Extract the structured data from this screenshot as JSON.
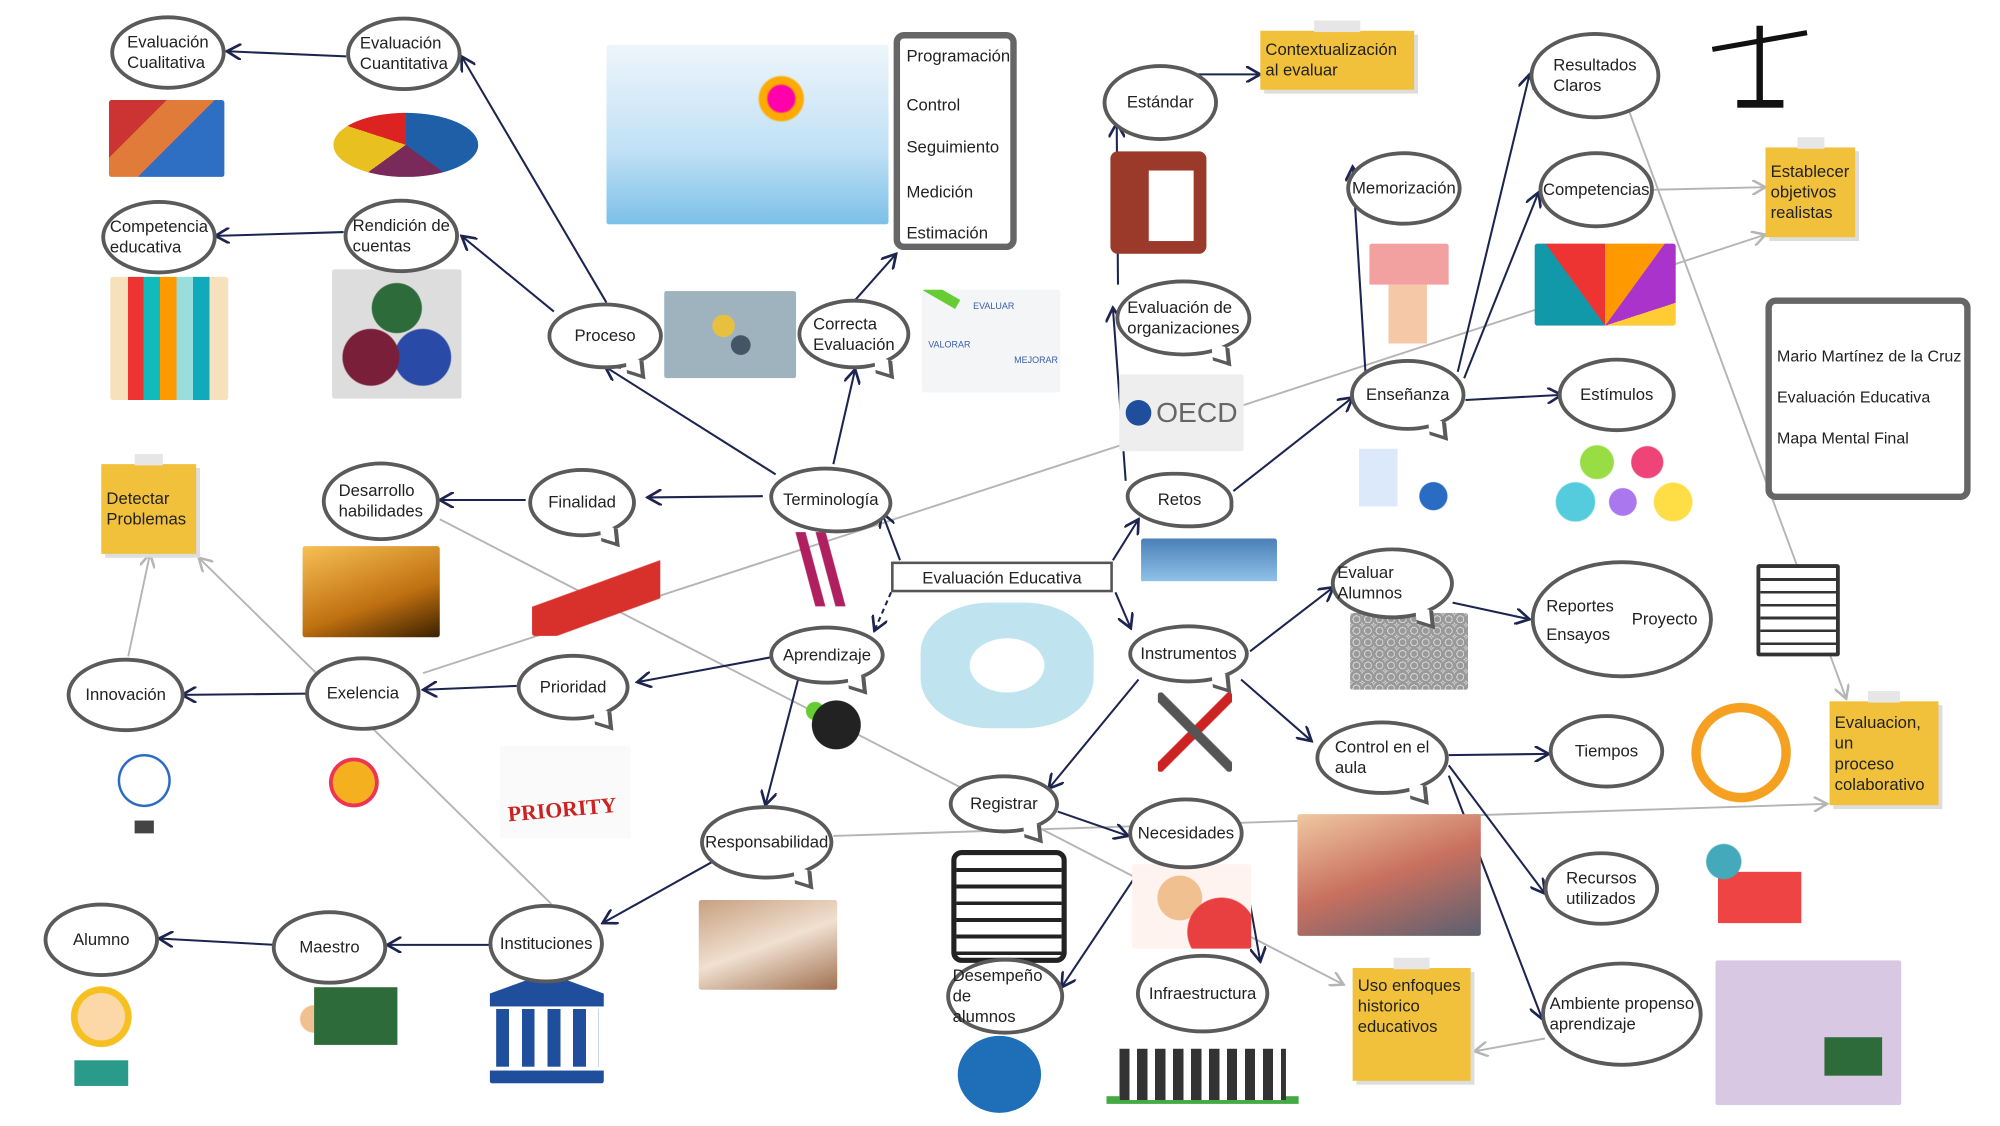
{
  "title": "Evaluación Educativa",
  "colors": {
    "arrow": "#1c2550",
    "gray_line": "#b5b5b5",
    "sticky": "#f1c13c",
    "border": "#5a5a5a"
  },
  "nodes": {
    "cualitativa": "Evaluación\nCualitativa",
    "cuantitativa": "Evaluación\nCuantitativa",
    "competencia_educativa": "Competencia\neducativa",
    "rendicion": "Rendición de\ncuentas",
    "proceso": "Proceso",
    "correcta": "Correcta\nEvaluación",
    "estandar": "Estándar",
    "memorizacion": "Memorización",
    "resultados": "Resultados\nClaros",
    "competencias": "Competencias",
    "eval_org": "Evaluación de\norganizaciones",
    "ensenanza": "Enseñanza",
    "estimulos": "Estímulos",
    "retos": "Retos",
    "terminologia": "Terminología",
    "finalidad": "Finalidad",
    "desarrollo": "Desarrollo\nhabilidades",
    "evaluar_alumnos": "Evaluar Alumnos",
    "reportes": "Reportes\n\nEnsayos",
    "proyecto": "Proyecto",
    "aprendizaje": "Aprendizaje",
    "instrumentos": "Instrumentos",
    "prioridad": "Prioridad",
    "exelencia": "Exelencia",
    "innovacion": "Innovación",
    "control": "Control en el\naula",
    "tiempos": "Tiempos",
    "registrar": "Registrar",
    "necesidades": "Necesidades",
    "responsabilidad": "Responsabilidad",
    "recursos": "Recursos\nutilizados",
    "alumno": "Alumno",
    "maestro": "Maestro",
    "instituciones": "Instituciones",
    "desempeno": "Desempeño de\nalumnos",
    "infraestructura": "Infraestructura",
    "ambiente": "Ambiente propenso\naprendizaje"
  },
  "central": "Evaluación Educativa",
  "stickies": {
    "contextualizacion": "Contextualización\nal evaluar",
    "establecer": "Establecer\nobjetivos\nrealistas",
    "detectar": "Detectar\nProblemas",
    "colaborativo": "Evaluacion, un\nproceso\ncolaborativo",
    "uso_enfoques": "Uso enfoques\nhistorico\neducativos"
  },
  "programacion_list": [
    "Programación",
    "Control",
    "Seguimiento",
    "Medición",
    "Estimación"
  ],
  "author_box": [
    "Mario Martínez de la Cruz",
    "Evaluación Educativa",
    "Mapa Mental Final"
  ],
  "image_text": {
    "oecd": "OECD",
    "evaluar": "EVALUAR",
    "valorar": "VALORAR",
    "mejorar": "MEJORAR",
    "priority": "PRIORITY"
  }
}
